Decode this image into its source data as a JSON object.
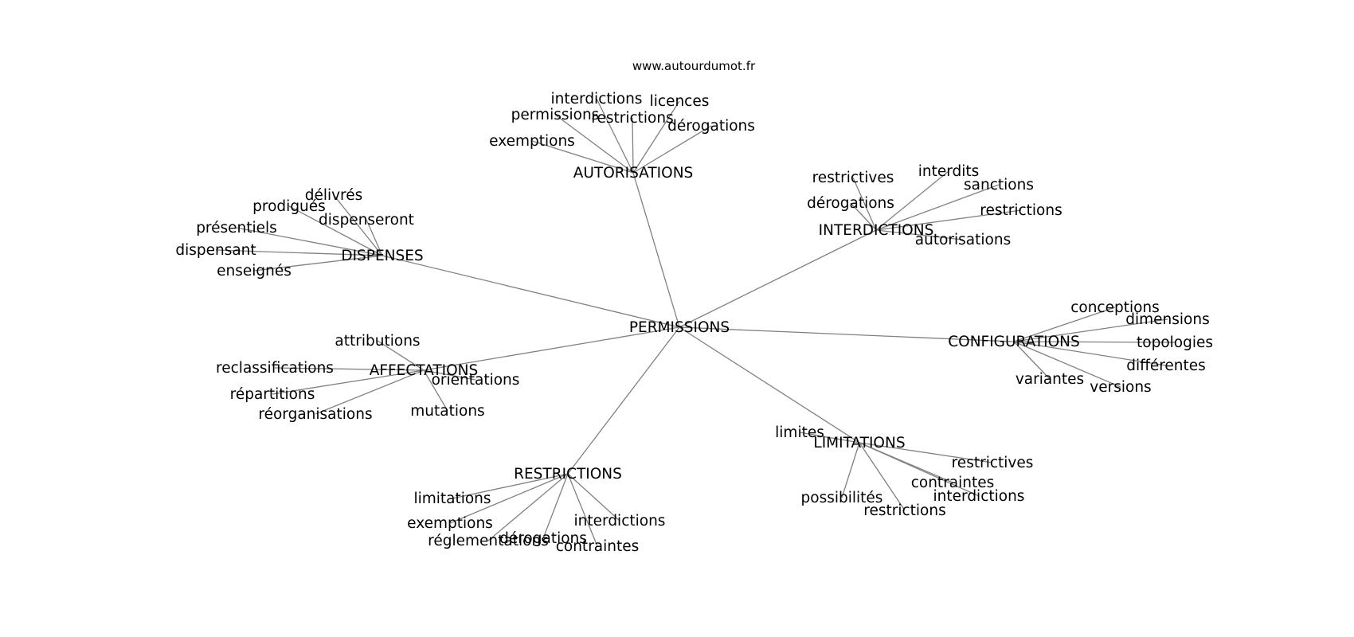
{
  "credit": "www.autourdumot.fr",
  "colors": {
    "edge": "#808080",
    "text": "#000000",
    "background": "#ffffff"
  },
  "graph": {
    "center": "PERMISSIONS",
    "clusters": [
      {
        "hub": "AUTORISATIONS",
        "leaves": [
          "interdictions",
          "licences",
          "permissions",
          "restrictions",
          "dérogations",
          "exemptions"
        ]
      },
      {
        "hub": "INTERDICTIONS",
        "leaves": [
          "interdits",
          "restrictives",
          "sanctions",
          "dérogations",
          "restrictions",
          "autorisations"
        ]
      },
      {
        "hub": "DISPENSES",
        "leaves": [
          "délivrés",
          "prodigués",
          "dispenseront",
          "présentiels",
          "dispensant",
          "enseignés"
        ]
      },
      {
        "hub": "CONFIGURATIONS",
        "leaves": [
          "conceptions",
          "dimensions",
          "topologies",
          "différentes",
          "variantes",
          "versions"
        ]
      },
      {
        "hub": "AFFECTATIONS",
        "leaves": [
          "attributions",
          "reclassifications",
          "orientations",
          "répartitions",
          "réorganisations",
          "mutations"
        ]
      },
      {
        "hub": "LIMITATIONS",
        "leaves": [
          "limites",
          "restrictives",
          "contraintes",
          "interdictions",
          "possibilités",
          "restrictions"
        ]
      },
      {
        "hub": "RESTRICTIONS",
        "leaves": [
          "limitations",
          "exemptions",
          "interdictions",
          "dérogations",
          "réglementations",
          "contraintes"
        ]
      }
    ]
  }
}
